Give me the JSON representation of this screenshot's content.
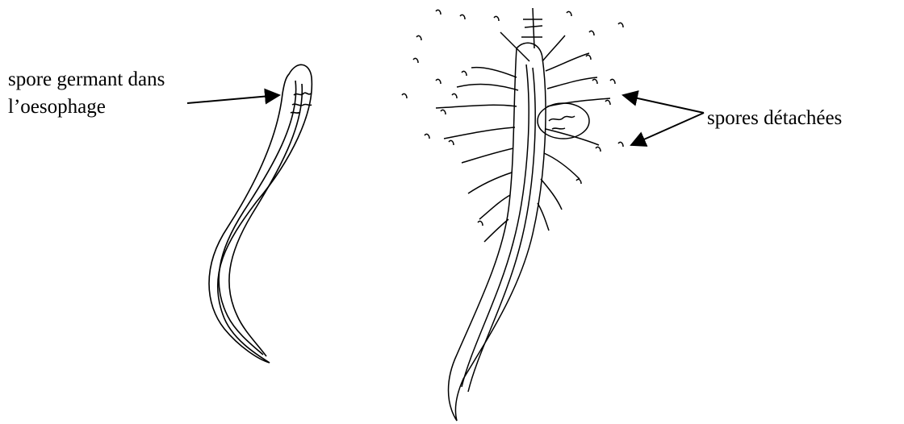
{
  "labels": {
    "left_line1": "spore germant dans",
    "left_line2": "l’oesophage",
    "right": "spores détachées"
  },
  "colors": {
    "ink": "#000000",
    "background": "#ffffff"
  }
}
